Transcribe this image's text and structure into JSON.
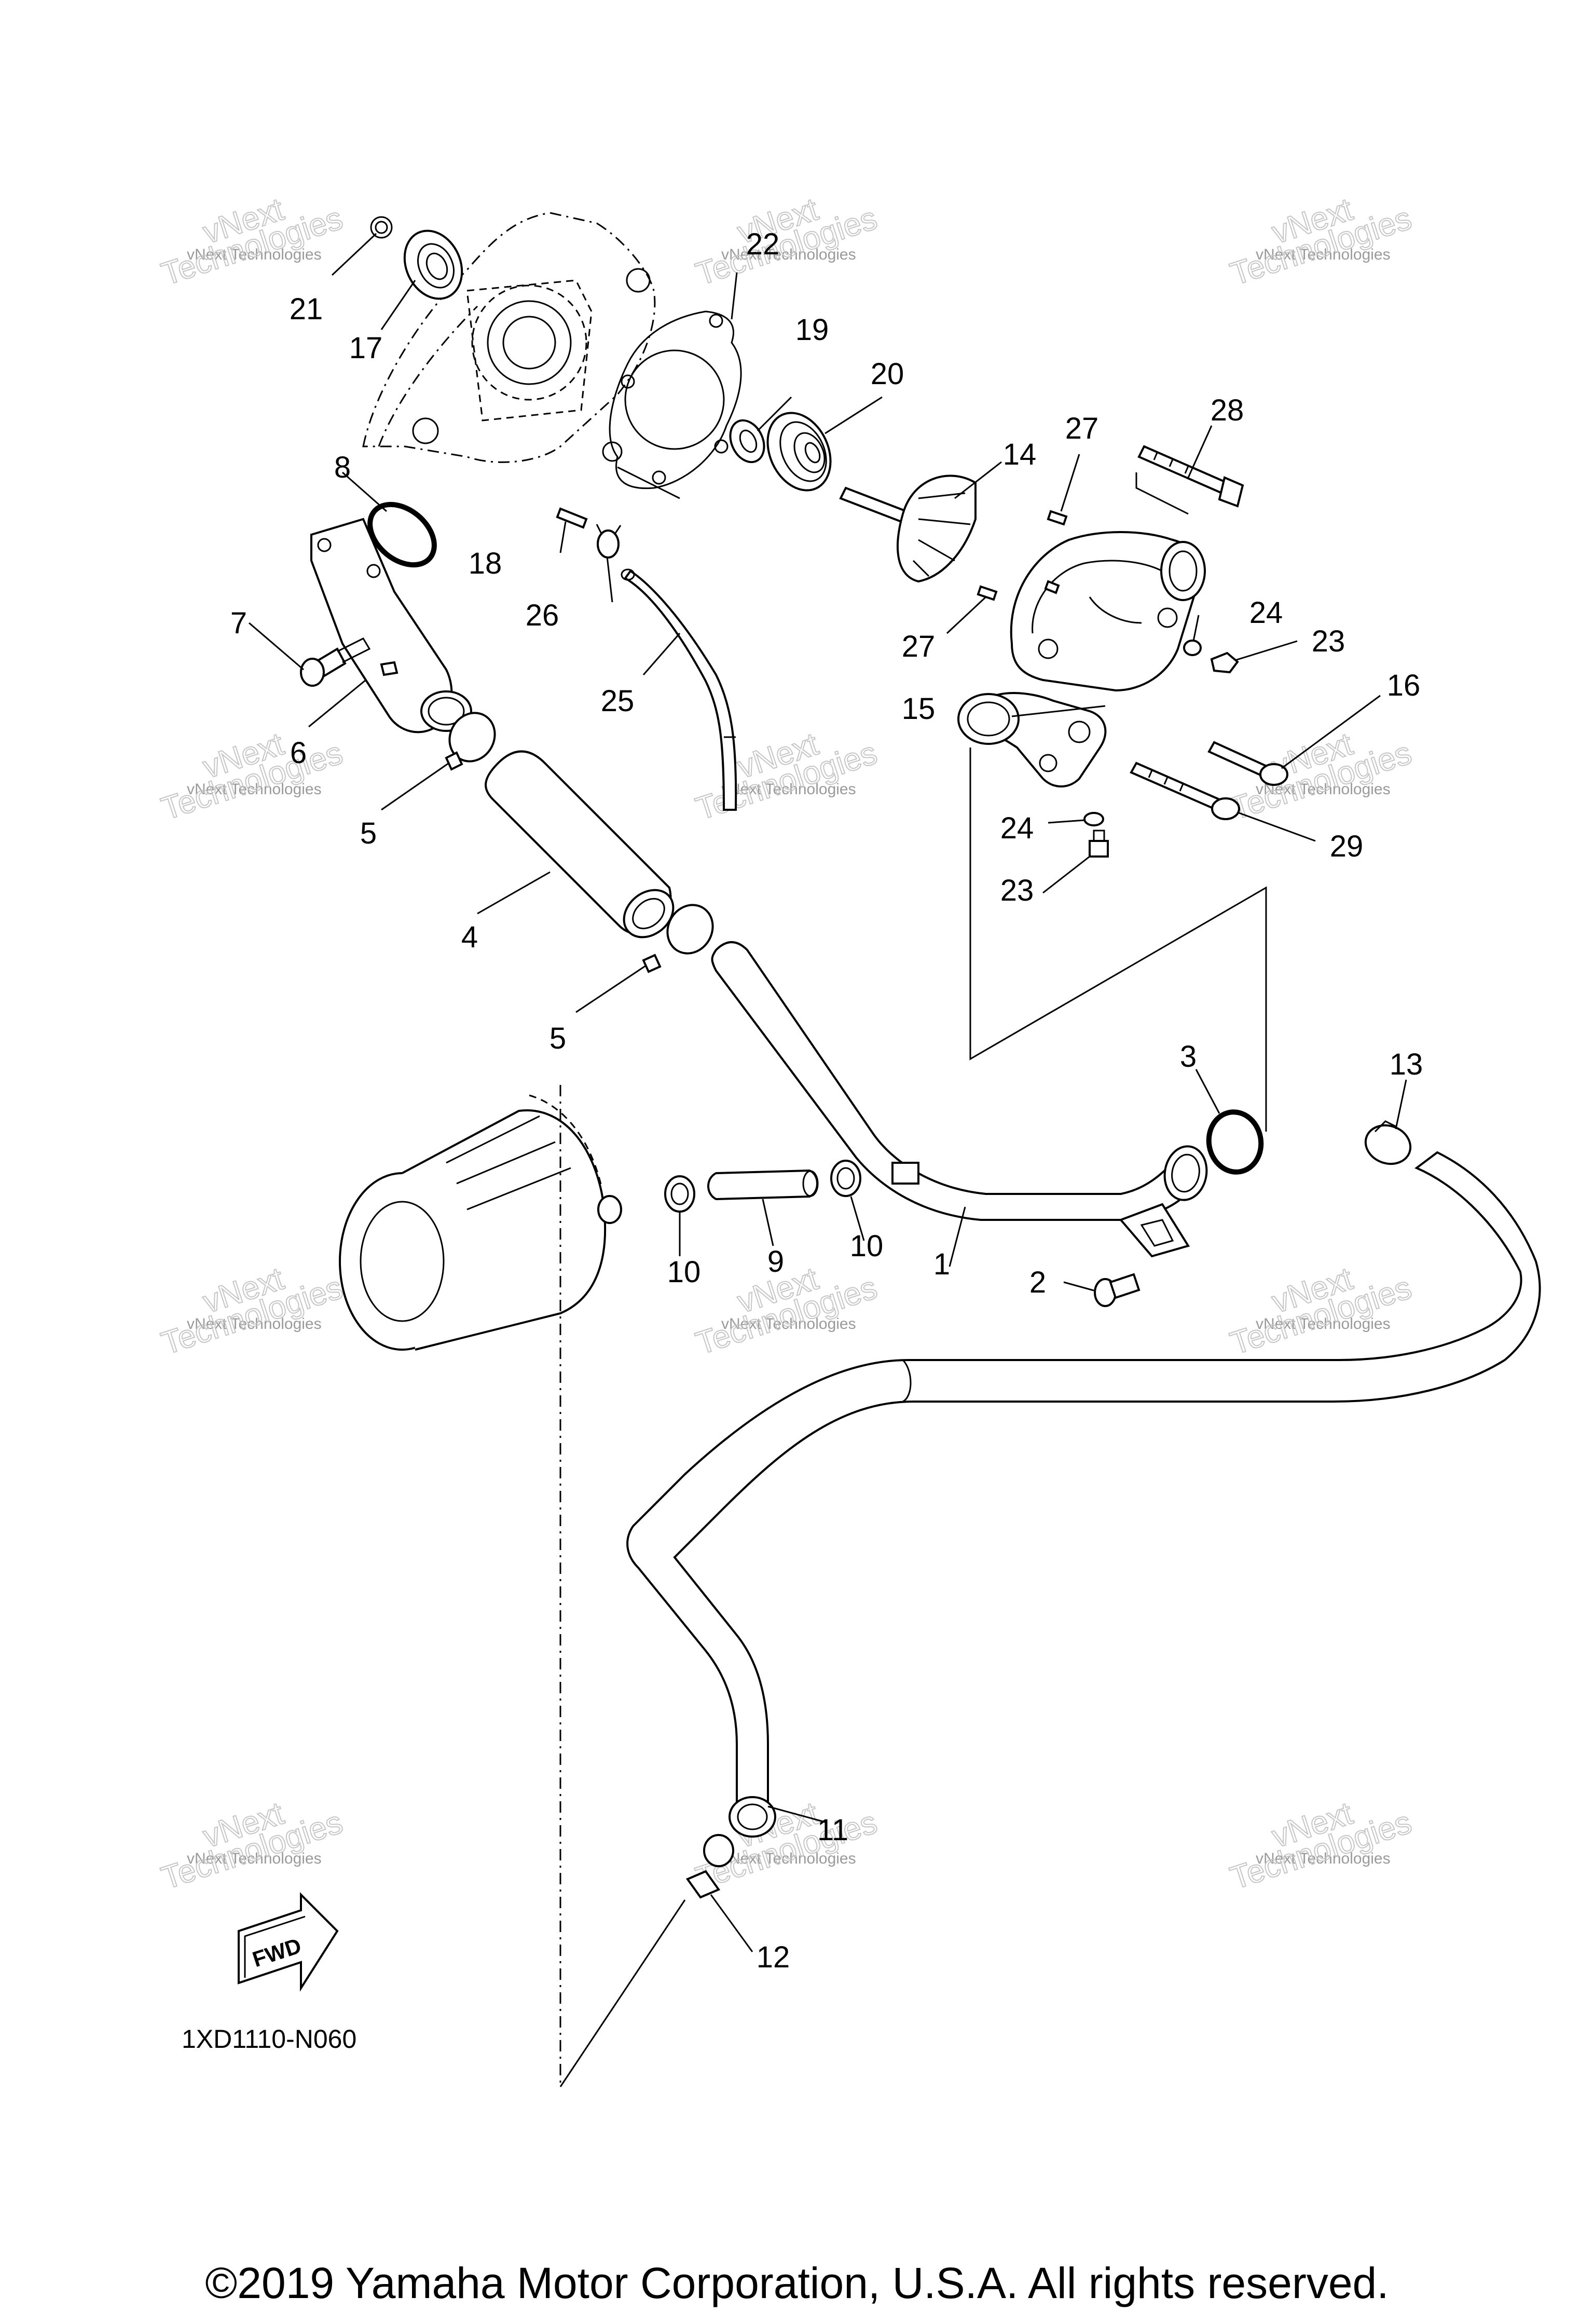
{
  "diagram": {
    "drawing_code": "1XD1110-N060",
    "direction_badge": "FWD",
    "copyright": "©2019 Yamaha Motor Corporation, U.S.A. All rights reserved.",
    "watermark": {
      "line1": "vNext",
      "line2": "vNext Technologies",
      "line3": "Technologies"
    },
    "callouts": [
      {
        "id": "c1",
        "text": "1"
      },
      {
        "id": "c2",
        "text": "2"
      },
      {
        "id": "c3",
        "text": "3"
      },
      {
        "id": "c4",
        "text": "4"
      },
      {
        "id": "c5a",
        "text": "5"
      },
      {
        "id": "c5b",
        "text": "5"
      },
      {
        "id": "c6",
        "text": "6"
      },
      {
        "id": "c7",
        "text": "7"
      },
      {
        "id": "c8",
        "text": "8"
      },
      {
        "id": "c9",
        "text": "9"
      },
      {
        "id": "c10a",
        "text": "10"
      },
      {
        "id": "c10b",
        "text": "10"
      },
      {
        "id": "c11",
        "text": "11"
      },
      {
        "id": "c12",
        "text": "12"
      },
      {
        "id": "c13",
        "text": "13"
      },
      {
        "id": "c14",
        "text": "14"
      },
      {
        "id": "c15",
        "text": "15"
      },
      {
        "id": "c16",
        "text": "16"
      },
      {
        "id": "c17",
        "text": "17"
      },
      {
        "id": "c18",
        "text": "18"
      },
      {
        "id": "c19",
        "text": "19"
      },
      {
        "id": "c20",
        "text": "20"
      },
      {
        "id": "c21",
        "text": "21"
      },
      {
        "id": "c22",
        "text": "22"
      },
      {
        "id": "c23a",
        "text": "23"
      },
      {
        "id": "c23b",
        "text": "23"
      },
      {
        "id": "c24a",
        "text": "24"
      },
      {
        "id": "c24b",
        "text": "24"
      },
      {
        "id": "c25",
        "text": "25"
      },
      {
        "id": "c26",
        "text": "26"
      },
      {
        "id": "c27a",
        "text": "27"
      },
      {
        "id": "c27b",
        "text": "27"
      },
      {
        "id": "c28",
        "text": "28"
      },
      {
        "id": "c29",
        "text": "29"
      }
    ]
  }
}
